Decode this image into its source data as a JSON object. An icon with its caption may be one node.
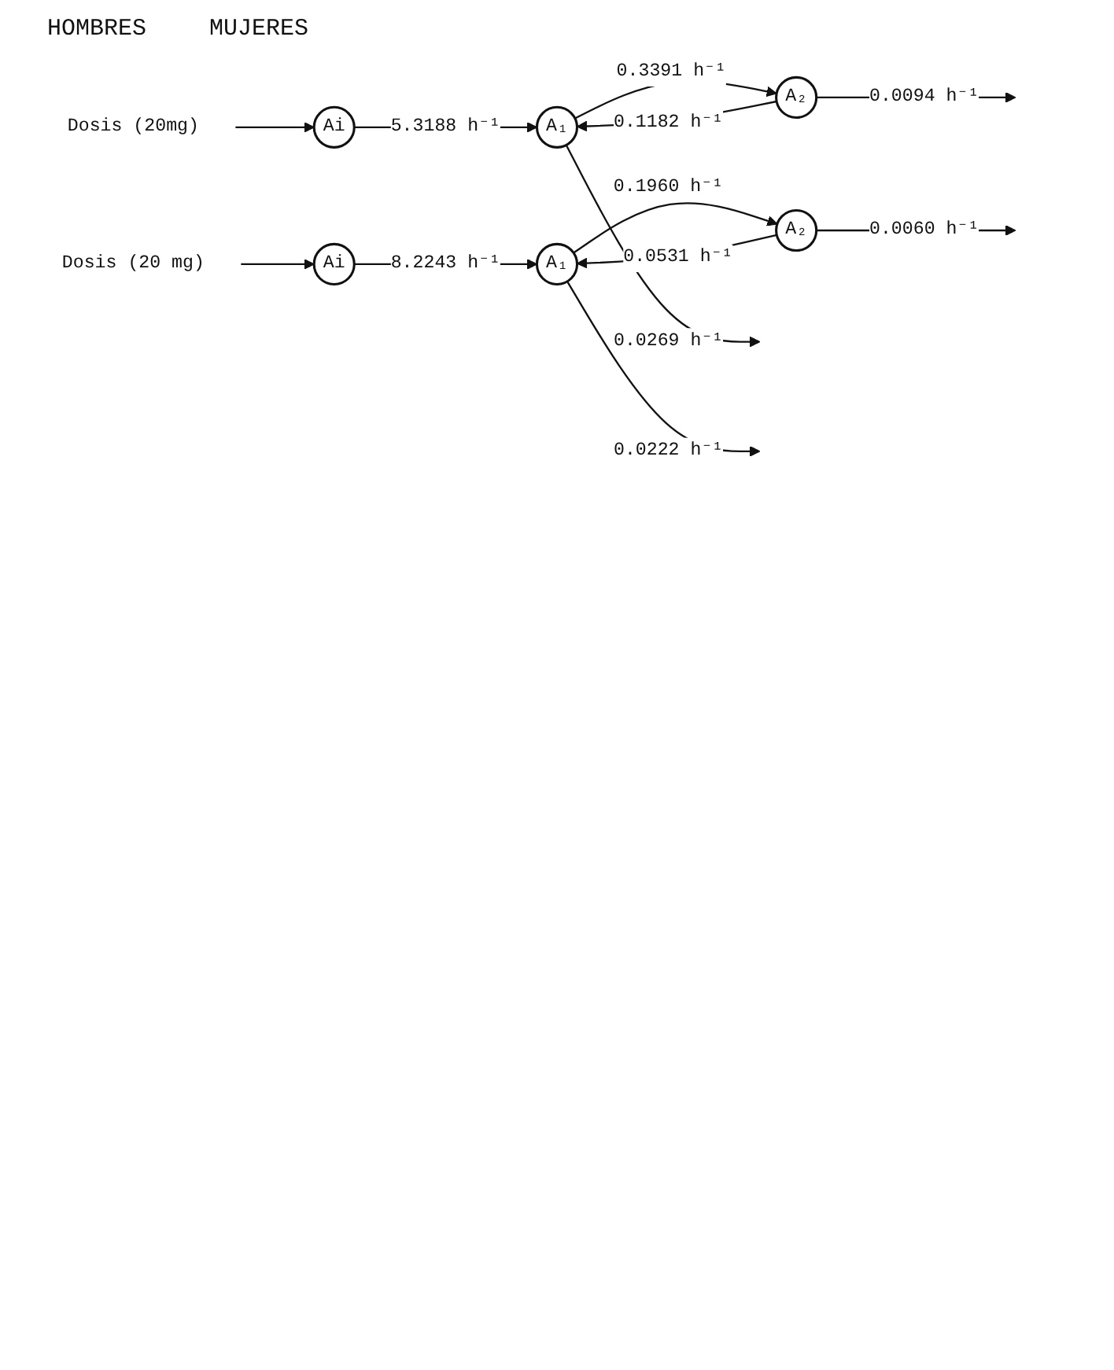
{
  "diagram": {
    "nodes": [
      {
        "text": [
          "Dosis (20mg)"
        ]
      },
      {
        "text": [
          "Ai"
        ]
      },
      {
        "text": [
          "A₁"
        ]
      },
      {
        "text": [
          "A₂"
        ]
      },
      {
        "text": [
          "Dosis (20 mg)"
        ]
      },
      {
        "text": [
          "Ai"
        ]
      },
      {
        "text": [
          "A₁"
        ]
      },
      {
        "text": [
          "A₂"
        ]
      }
    ],
    "edges": [
      {
        "from": 0,
        "to": 1,
        "arrow": "to"
      },
      {
        "from": 1,
        "to": 2,
        "label": "5.3188 h⁻¹",
        "arrow": "to"
      },
      {
        "from": 2,
        "to": 3,
        "label": "0.3391 h⁻¹",
        "arrow": "to"
      },
      {
        "from": 3,
        "to": 2,
        "label": "0.1182 h⁻¹",
        "arrow": "to"
      },
      {
        "from": 2,
        "to": null,
        "label": "0.0269 h⁻¹",
        "arrow": "to"
      },
      {
        "from": 3,
        "to": null,
        "label": "0.0094 h⁻¹",
        "arrow": "to"
      },
      {
        "from": 4,
        "to": 5,
        "arrow": "to"
      },
      {
        "from": 5,
        "to": 6,
        "label": "8.2243 h⁻¹",
        "arrow": "to"
      },
      {
        "from": 6,
        "to": 7,
        "label": "0.1960 h⁻¹",
        "arrow": "to"
      },
      {
        "from": 7,
        "to": 6,
        "label": "0.0531 h⁻¹",
        "arrow": "to"
      },
      {
        "from": 6,
        "to": null,
        "label": "0.0222 h⁻¹",
        "arrow": "to"
      },
      {
        "from": 7,
        "to": null,
        "label": "0.0060 h⁻¹",
        "arrow": "to"
      }
    ],
    "labels": [
      "HOMBRES",
      "MUJERES"
    ]
  }
}
